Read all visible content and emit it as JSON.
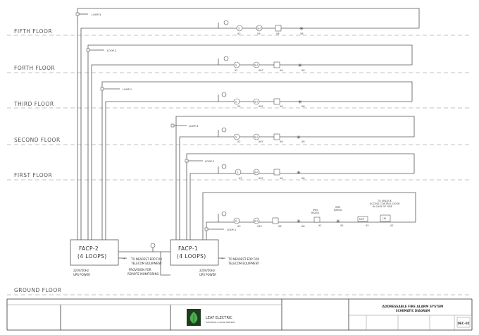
{
  "floors": {
    "fifth": "FIFTH FLOOR",
    "forth": "FORTH FLOOR",
    "third": "THIRD FLOOR",
    "second": "SECOND FLOOR",
    "first": "FIRST FLOOR",
    "ground": "GROUND FLOOR"
  },
  "loops": {
    "loop3": "LOOP-3",
    "loop2": "LOOP-2",
    "loop1": "LOOP-1"
  },
  "devices": {
    "s": "S",
    "sh": "SH",
    "x2": "X2",
    "x6": "X6",
    "x8": "X8",
    "x9": "X9",
    "x10": "X10",
    "x67": "X67",
    "x5": "X5"
  },
  "panels": {
    "facp2_name": "FACP-2",
    "facp2_loops": "(4 LOOPS)",
    "facp1_name": "FACP-1",
    "facp1_loops": "(4 LOOPS)",
    "power": "220V/50Hz",
    "ups": "UPS POWER",
    "telecom_line1": "TO NEAREST EDP FOR",
    "telecom_line2": "TELECOM EQUIPMENT",
    "provision_line1": "PROVISION FOR",
    "provision_line2": "REMOTE MONITORING"
  },
  "ground_devices": {
    "ip65_line1": "IP65",
    "ip65_line2": "RATED",
    "mcp": "MCP",
    "lm": "LM"
  },
  "access_note": {
    "line1": "TO UNLOCK",
    "line2": "ACCESS CONTROL DOOR",
    "line3": "IN CASE OF FIRE"
  },
  "title_block": {
    "title_line1": "ADDRESSABLE FIRE ALARM SYSTEM",
    "title_line2": "SCHEMATIC DIAGRAM",
    "company_line1": "LEAF ELECTRIC",
    "company_line2": "ELECTRICAL & SOLAR SERVICES",
    "sheet_no": "DEC-02"
  },
  "colors": {
    "line": "#555555",
    "logo_bg": "#1e3d1e",
    "logo_leaf": "#4caf50"
  }
}
